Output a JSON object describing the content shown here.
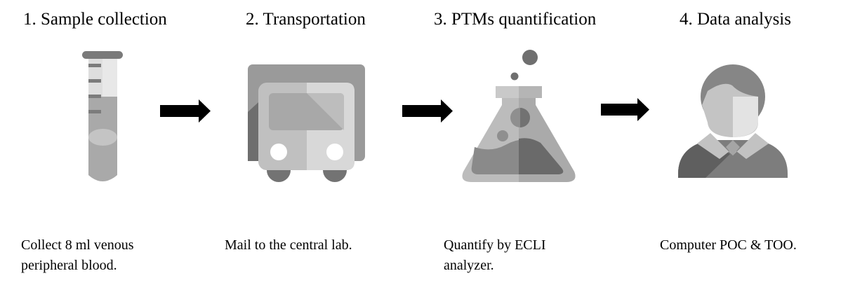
{
  "steps": [
    {
      "title": "1. Sample collection",
      "desc_line1": "Collect 8 ml venous",
      "desc_line2": "peripheral blood.",
      "icon": "test-tube-icon"
    },
    {
      "title": "2. Transportation",
      "desc_line1": "Mail to the central lab.",
      "desc_line2": "",
      "icon": "bus-icon"
    },
    {
      "title": "3. PTMs quantification",
      "desc_line1": "Quantify by ECLI",
      "desc_line2": "analyzer.",
      "icon": "flask-icon"
    },
    {
      "title": "4. Data analysis",
      "desc_line1": "Computer POC & TOO.",
      "desc_line2": "",
      "icon": "person-icon"
    }
  ]
}
